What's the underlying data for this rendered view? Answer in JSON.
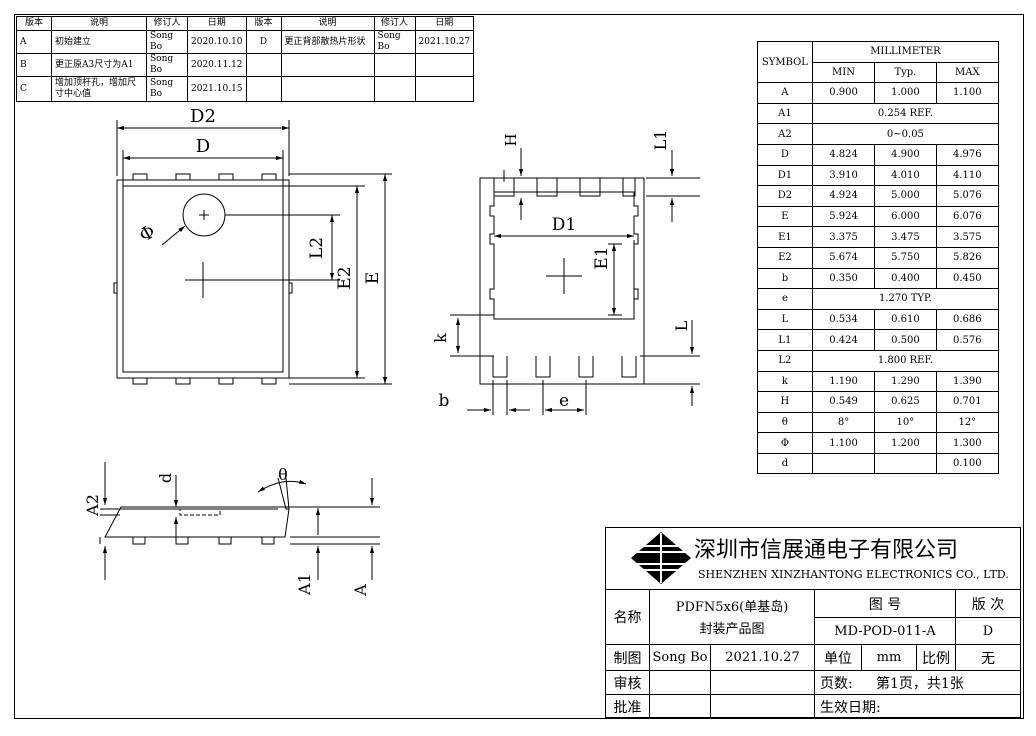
{
  "revision_table": {
    "headers": [
      "版本",
      "说明",
      "修订人",
      "日期",
      "版本",
      "说明",
      "修订人",
      "日期"
    ],
    "rows": [
      [
        "A",
        "初始建立",
        "Song Bo",
        "2020.10.10",
        "D",
        "更正背部散热片形状",
        "Song Bo",
        "2021.10.27"
      ],
      [
        "B",
        "更正原A3尺寸为A1",
        "Song Bo",
        "2020.11.12",
        "",
        "",
        "",
        ""
      ],
      [
        "C",
        "增加顶杆孔，增加尺寸中心值",
        "Song Bo",
        "2021.10.15",
        "",
        "",
        "",
        ""
      ]
    ]
  },
  "dimension_table": {
    "symbol_header": "SYMBOL",
    "unit_header": "MILLIMETER",
    "col_headers": [
      "MIN",
      "Typ.",
      "MAX"
    ],
    "rows": [
      {
        "symbol": "A",
        "min": "0.900",
        "typ": "1.000",
        "max": "1.100"
      },
      {
        "symbol": "A1",
        "span": "0.254 REF."
      },
      {
        "symbol": "A2",
        "span": "0~0.05"
      },
      {
        "symbol": "D",
        "min": "4.824",
        "typ": "4.900",
        "max": "4.976"
      },
      {
        "symbol": "D1",
        "min": "3.910",
        "typ": "4.010",
        "max": "4.110"
      },
      {
        "symbol": "D2",
        "min": "4.924",
        "typ": "5.000",
        "max": "5.076"
      },
      {
        "symbol": "E",
        "min": "5.924",
        "typ": "6.000",
        "max": "6.076"
      },
      {
        "symbol": "E1",
        "min": "3.375",
        "typ": "3.475",
        "max": "3.575"
      },
      {
        "symbol": "E2",
        "min": "5.674",
        "typ": "5.750",
        "max": "5.826"
      },
      {
        "symbol": "b",
        "min": "0.350",
        "typ": "0.400",
        "max": "0.450"
      },
      {
        "symbol": "e",
        "span": "1.270 TYP."
      },
      {
        "symbol": "L",
        "min": "0.534",
        "typ": "0.610",
        "max": "0.686"
      },
      {
        "symbol": "L1",
        "min": "0.424",
        "typ": "0.500",
        "max": "0.576"
      },
      {
        "symbol": "L2",
        "span": "1.800 REF."
      },
      {
        "symbol": "k",
        "min": "1.190",
        "typ": "1.290",
        "max": "1.390"
      },
      {
        "symbol": "H",
        "min": "0.549",
        "typ": "0.625",
        "max": "0.701"
      },
      {
        "symbol": "θ",
        "min": "8°",
        "typ": "10°",
        "max": "12°"
      },
      {
        "symbol": "Φ",
        "min": "1.100",
        "typ": "1.200",
        "max": "1.300"
      },
      {
        "symbol": "d",
        "min": "",
        "typ": "",
        "max": "0.100"
      }
    ]
  },
  "drawing_labels": {
    "D2": "D2",
    "D": "D",
    "phi": "Φ",
    "L2": "L2",
    "E2": "E2",
    "E": "E",
    "H": "H",
    "L1": "L1",
    "D1": "D1",
    "E1": "E1",
    "k": "k",
    "L": "L",
    "b": "b",
    "e": "e",
    "d": "d",
    "theta": "θ",
    "A2": "A2",
    "A1": "A1",
    "A": "A"
  },
  "title_block": {
    "company_cn": "深圳市信展通电子有限公司",
    "company_en": "SHENZHEN XINZHANTONG ELECTRONICS CO., LTD.",
    "name_label": "名称",
    "name_line1": "PDFN5x6(单基岛)",
    "name_line2": "封装产品图",
    "drawing_no_label": "图 号",
    "drawing_no": "MD-POD-011-A",
    "version_label": "版 次",
    "version": "D",
    "made_label": "制图",
    "made_by": "Song Bo",
    "made_date": "2021.10.27",
    "unit_label": "单位",
    "unit": "mm",
    "scale_label": "比例",
    "scale": "无",
    "review_label": "审核",
    "pages_label": "页数:",
    "pages": "第1页，共1张",
    "approve_label": "批准",
    "effective_label": "生效日期:"
  }
}
